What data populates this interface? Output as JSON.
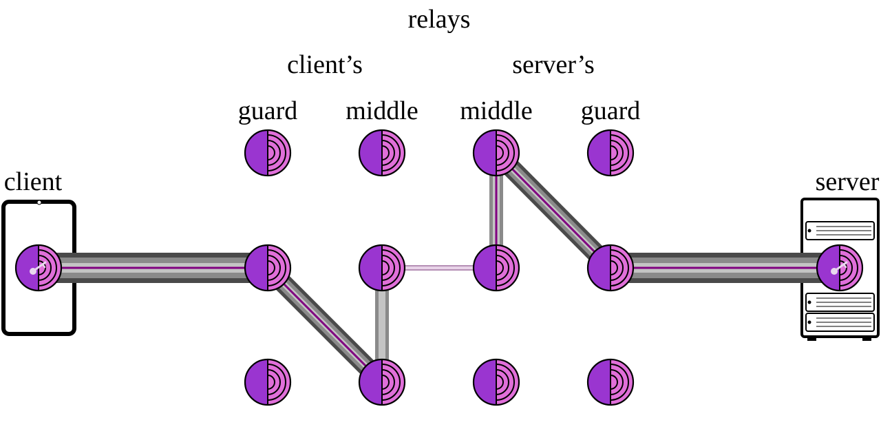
{
  "title": "relays",
  "groups": {
    "client_side": "client’s",
    "server_side": "server’s"
  },
  "columns": {
    "col1": "guard",
    "col2": "middle",
    "col3": "middle",
    "col4": "guard"
  },
  "endpoints": {
    "client": "client",
    "server": "server"
  },
  "colors": {
    "relay_left": "#9a35d0",
    "relay_right": "#e06fd9",
    "relay_ring": "#cc5bcb",
    "outline": "#000000",
    "tunnel_dark": "#4a4a4a",
    "tunnel_mid": "#8a8a8a",
    "tunnel_light": "#c4c4c4",
    "circuit_line": "#800080",
    "rendezvous_link": "#d8b8d8"
  },
  "icons": {
    "relay": "onion-relay-icon",
    "client_device": "phone-icon",
    "server_device": "server-rack-icon",
    "key": "key-icon"
  }
}
